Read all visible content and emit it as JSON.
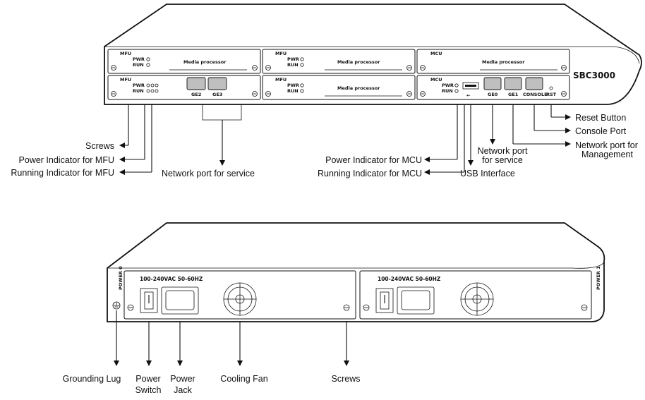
{
  "front": {
    "model": "SBC3000",
    "slots": [
      {
        "type": "MFU",
        "name": "Media processor",
        "pwr": "PWR",
        "run": "RUN"
      },
      {
        "type": "MFU",
        "name": "Media processor",
        "pwr": "PWR",
        "run": "RUN"
      },
      {
        "type": "MCU",
        "name": "Media processor"
      },
      {
        "type": "MFU",
        "pwr": "PWR",
        "run": "RUN",
        "ports": [
          "GE2",
          "GE3"
        ]
      },
      {
        "type": "MFU",
        "name": "Media processor",
        "pwr": "PWR",
        "run": "RUN"
      },
      {
        "type": "MCU",
        "pwr": "PWR",
        "run": "RUN",
        "ports": [
          "GE0",
          "GE1",
          "CONSOLE",
          "RST"
        ]
      }
    ],
    "callouts": {
      "screws": "Screws",
      "power_indicator_mfu": "Power Indicator for MFU",
      "running_indicator_mfu": "Running Indicator for MFU",
      "network_port_service_left": "Network port for service",
      "power_indicator_mcu": "Power Indicator for MCU",
      "running_indicator_mcu": "Running Indicator for MCU",
      "usb_interface": "USB Interface",
      "network_port_service_right_1": "Network port",
      "network_port_service_right_2": "for service",
      "reset_button": "Reset Button",
      "console_port": "Console Port",
      "network_port_mgmt_1": "Network port for",
      "network_port_mgmt_2": "Management"
    }
  },
  "rear": {
    "power_labels": [
      "POWER 0",
      "POWER 1"
    ],
    "psu_rating": "100-240VAC 50-60HZ",
    "callouts": {
      "grounding_lug": "Grounding Lug",
      "power_switch_1": "Power",
      "power_switch_2": "Switch",
      "power_jack_1": "Power",
      "power_jack_2": "Jack",
      "cooling_fan": "Cooling Fan",
      "screws": "Screws"
    }
  }
}
